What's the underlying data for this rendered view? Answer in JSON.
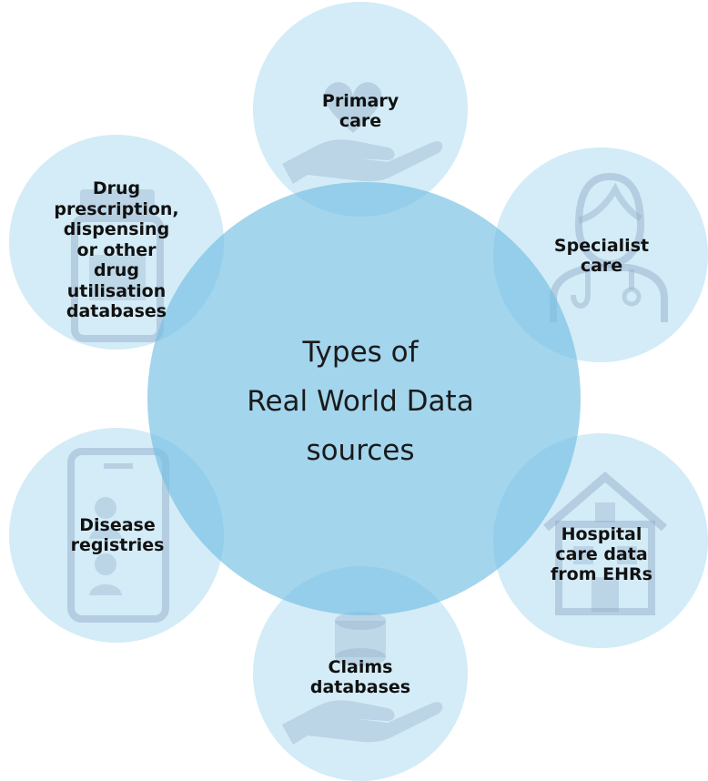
{
  "diagram": {
    "center": {
      "lines": [
        "Types of",
        "Real World Data",
        "sources"
      ]
    },
    "nodes": [
      {
        "id": "primary-care",
        "label": "Primary\ncare",
        "icon": "heart-hand-icon"
      },
      {
        "id": "specialist-care",
        "label": "Specialist\ncare",
        "icon": "doctor-stethoscope-icon"
      },
      {
        "id": "hospital-care",
        "label": "Hospital\ncare data\nfrom EHRs",
        "icon": "hospital-building-icon"
      },
      {
        "id": "claims",
        "label": "Claims\ndatabases",
        "icon": "coins-hand-icon"
      },
      {
        "id": "disease-registries",
        "label": "Disease\nregistries",
        "icon": "smartphone-profiles-icon"
      },
      {
        "id": "drug-databases",
        "label": "Drug\nprescription,\ndispensing\nor other\ndrug\nutilisation\ndatabases",
        "icon": "pill-bottle-icon"
      }
    ],
    "colors": {
      "node_fill": "#9ED4EE",
      "center_fill": "#72BEE4",
      "icon": "#8FA9C6",
      "text": "#111111"
    }
  }
}
